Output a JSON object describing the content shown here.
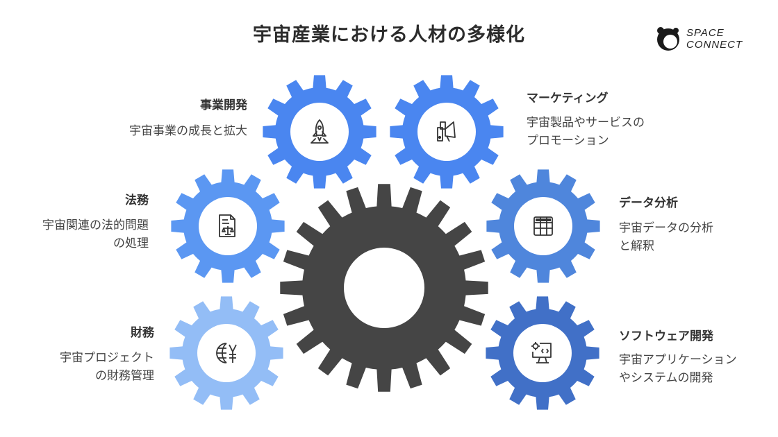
{
  "title": "宇宙産業における人材の多様化",
  "logo": {
    "line1": "SPACE",
    "line2": "CONNECT"
  },
  "categories": [
    {
      "id": "business",
      "heading": "事業開発",
      "desc_lines": [
        "宇宙事業の成長と拡大"
      ],
      "icon": "rocket-icon",
      "color": "#4a86f0"
    },
    {
      "id": "marketing",
      "heading": "マーケティング",
      "desc_lines": [
        "宇宙製品やサービスの",
        "プロモーション"
      ],
      "icon": "megaphone-icon",
      "color": "#4a86f0"
    },
    {
      "id": "legal",
      "heading": "法務",
      "desc_lines": [
        "宇宙関連の法的問題",
        "の処理"
      ],
      "icon": "legal-document-icon",
      "color": "#5b97f2"
    },
    {
      "id": "data",
      "heading": "データ分析",
      "desc_lines": [
        "宇宙データの分析",
        "と解釈"
      ],
      "icon": "spreadsheet-icon",
      "color": "#4f86dc"
    },
    {
      "id": "finance",
      "heading": "財務",
      "desc_lines": [
        "宇宙プロジェクト",
        "の財務管理"
      ],
      "icon": "globe-yen-icon",
      "color": "#93bdf6"
    },
    {
      "id": "software",
      "heading": "ソフトウェア開発",
      "desc_lines": [
        "宇宙アプリケーション",
        "やシステムの開発"
      ],
      "icon": "code-monitor-icon",
      "color": "#4170c7"
    }
  ],
  "colors": {
    "center_gear": "#454545",
    "icon_stroke": "#333333"
  }
}
